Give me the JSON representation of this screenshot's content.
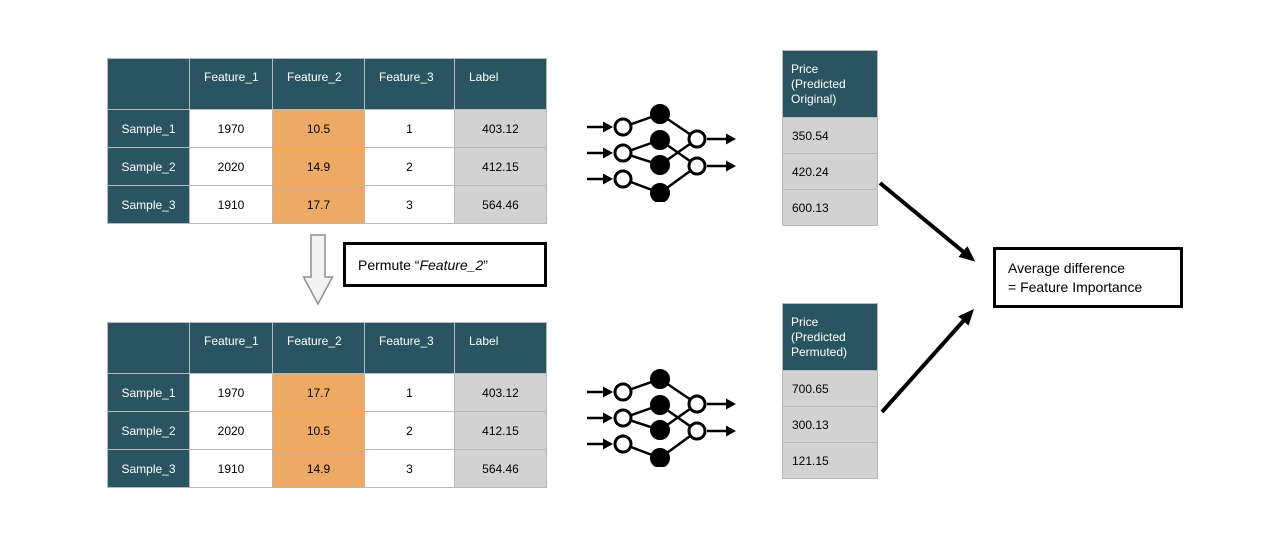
{
  "tables": {
    "original": {
      "headers": [
        "",
        "Feature_1",
        "Feature_2",
        "Feature_3",
        "Label"
      ],
      "rows": [
        [
          "Sample_1",
          "1970",
          "10.5",
          "1",
          "403.12"
        ],
        [
          "Sample_2",
          "2020",
          "14.9",
          "2",
          "412.15"
        ],
        [
          "Sample_3",
          "1910",
          "17.7",
          "3",
          "564.46"
        ]
      ]
    },
    "permuted": {
      "headers": [
        "",
        "Feature_1",
        "Feature_2",
        "Feature_3",
        "Label"
      ],
      "rows": [
        [
          "Sample_1",
          "1970",
          "17.7",
          "1",
          "403.12"
        ],
        [
          "Sample_2",
          "2020",
          "10.5",
          "2",
          "412.15"
        ],
        [
          "Sample_3",
          "1910",
          "14.9",
          "3",
          "564.46"
        ]
      ]
    }
  },
  "permute_box": {
    "prefix": "Permute “",
    "feature": "Feature_2",
    "suffix": "”"
  },
  "price_original": {
    "header": "Price\n(Predicted\nOriginal)",
    "values": [
      "350.54",
      "420.24",
      "600.13"
    ]
  },
  "price_permuted": {
    "header": "Price\n(Predicted\nPermuted)",
    "values": [
      "700.65",
      "300.13",
      "121.15"
    ]
  },
  "result_box": {
    "line1": "Average difference",
    "line2": "= Feature Importance"
  },
  "icons": {
    "neural_network": "neural-network-icon",
    "permute_arrow": "hollow-down-arrow-icon",
    "flow_arrows": "black-arrow"
  },
  "colors": {
    "header_teal": "#2a5461",
    "highlight_orange": "#ecaa65",
    "label_gray": "#d2d2d2",
    "border_gray": "#b9b9b9",
    "arrow_black": "#000000",
    "permute_arrow_fill": "#f3f3f3",
    "permute_arrow_stroke": "#8f8f8f"
  }
}
